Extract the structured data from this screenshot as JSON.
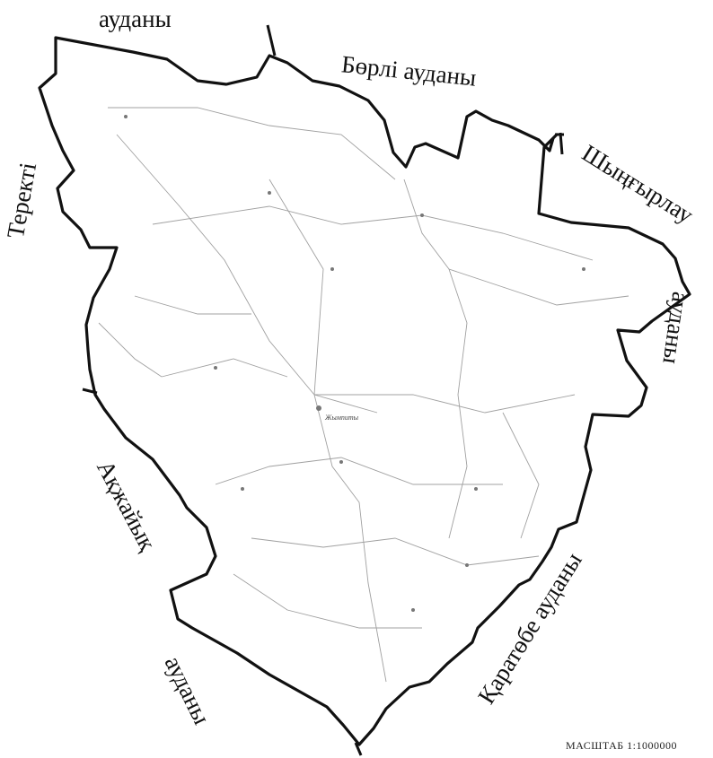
{
  "labels": {
    "north_west": "ауданы",
    "north": "Бөрлі ауданы",
    "north_east_1": "Шыңғырлау",
    "north_east_2": "ауданы",
    "west": "Теректі",
    "south_west_1": "Ақжайық",
    "south_west_2": "ауданы",
    "south_east": "Қаратөбе ауданы",
    "center_town": "Жымпиты"
  },
  "scale_text": "МАСШТАБ 1:1000000",
  "colors": {
    "border": "#111111",
    "roads": "#9a9a9a",
    "ink": "#111111"
  }
}
